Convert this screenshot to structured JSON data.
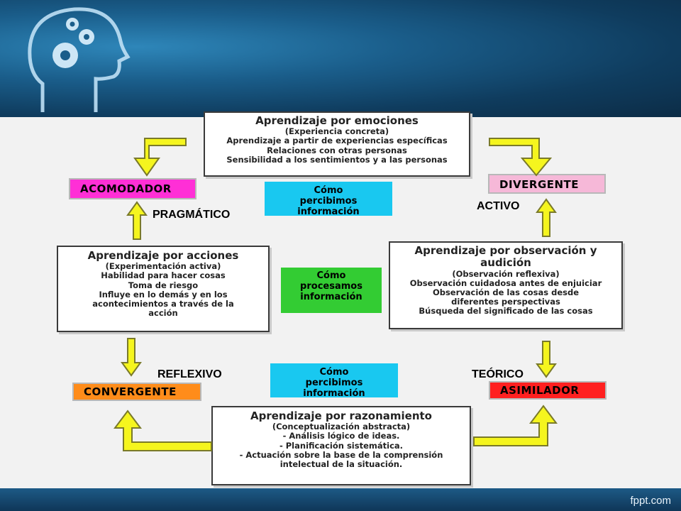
{
  "top_box": {
    "title": "Aprendizaje por emociones",
    "lines": [
      "(Experiencia concreta)",
      "Aprendizaje a partir de experiencias específicas",
      "Relaciones con otras personas",
      "Sensibilidad a los sentimientos y a las personas"
    ]
  },
  "left_box": {
    "title": "Aprendizaje por acciones",
    "lines": [
      "(Experimentación activa)",
      "Habilidad para hacer cosas",
      "Toma de riesgo",
      "Influye en lo demás y en los",
      "acontecimientos a través de la",
      "acción"
    ]
  },
  "right_box": {
    "title": "Aprendizaje por observación y audición",
    "lines": [
      "(Observación reflexiva)",
      "Observación cuidadosa antes de enjuiciar",
      "Observación de las cosas desde",
      "diferentes perspectivas",
      "Búsqueda del significado de las cosas"
    ]
  },
  "bottom_box": {
    "title": "Aprendizaje por razonamiento",
    "lines": [
      "(Conceptualización abstracta)",
      "- Análisis lógico de ideas.",
      "- Planificación sistemática.",
      "- Actuación sobre la base de la comprensión",
      "intelectual de la situación."
    ]
  },
  "center": {
    "top": "Cómo percibimos información",
    "middle": "Cómo procesamos información",
    "bottom": "Cómo percibimos información"
  },
  "types": {
    "acomodador": "ACOMODADOR",
    "divergente": "DIVERGENTE",
    "convergente": "CONVERGENTE",
    "asimilador": "ASIMILADOR"
  },
  "styles": {
    "pragmatico": "PRAGMÁTICO",
    "activo": "ACTIVO",
    "reflexivo": "REFLEXIVO",
    "teorico": "TEÓRICO"
  },
  "colors": {
    "acomodador": "#ff2fd6",
    "divergente": "#f6b8d8",
    "convergente": "#ff8c1a",
    "asimilador": "#ff2020",
    "percibimos": "#19c8f0",
    "procesamos": "#33cc33",
    "arrow_fill": "#f5f51e",
    "arrow_stroke": "#7a7a2a"
  },
  "footer": {
    "watermark": "fppt.com"
  }
}
